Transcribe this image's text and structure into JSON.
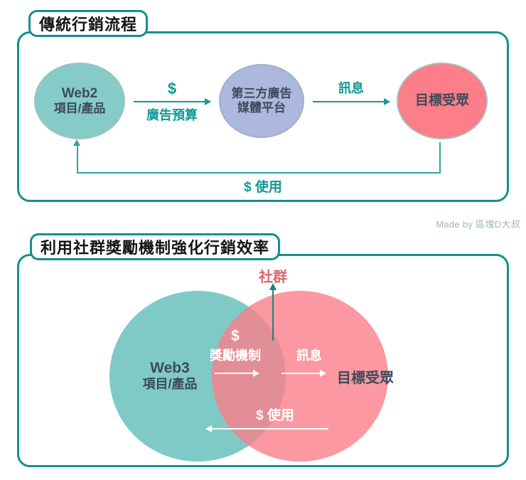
{
  "credit": "Made by 區塊D大叔",
  "colors": {
    "teal_border": "#148f8f",
    "teal_accent": "#0f9a96",
    "web2_circle": "#85ccc9",
    "platform_circle": "#adb8de",
    "audience_circle": "#fb7e89",
    "venn_overlap": "#bb5a5e",
    "community_text": "#d9656b",
    "node_text": "#3c4a5a",
    "credit_text": "#9db8b0"
  },
  "traditional": {
    "title": "傳統行銷流程",
    "nodes": {
      "web2": {
        "line1": "Web2",
        "line2": "項目/產品"
      },
      "platform": {
        "line1": "第三方廣告",
        "line2": "媒體平台"
      },
      "audience": {
        "line1": "目標受眾"
      }
    },
    "arrows": {
      "budget_dollar": "$",
      "budget_label": "廣告預算",
      "message_label": "訊息",
      "loop_label": "$ 使用"
    }
  },
  "web3": {
    "title": "利用社群獎勵機制強化行銷效率",
    "community_label": "社群",
    "nodes": {
      "web3": {
        "line1": "Web3",
        "line2": "項目/產品"
      },
      "audience": {
        "line1": "目標受眾"
      }
    },
    "arrows": {
      "reward_dollar": "$",
      "reward_label": "獎勵機制",
      "message_label": "訊息",
      "use_label": "$ 使用"
    }
  }
}
